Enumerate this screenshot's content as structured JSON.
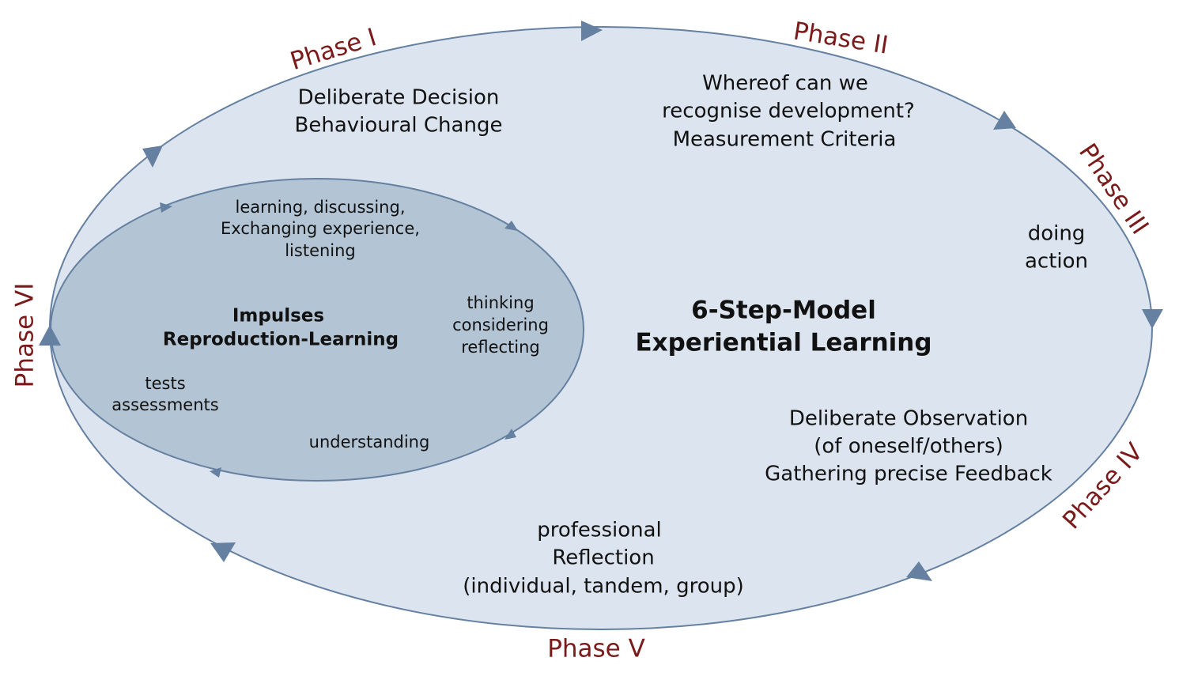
{
  "colors": {
    "outer_fill": "#dce5ef",
    "inner_fill": "#b3c5d4",
    "stroke": "#6580a0",
    "phase_text": "#7a1a1a",
    "body_text": "#111111"
  },
  "title": {
    "line1": "6-Step-Model",
    "line2": "Experiential Learning"
  },
  "phases": {
    "p1": "Phase I",
    "p2": "Phase II",
    "p3": "Phase III",
    "p4": "Phase IV",
    "p5": "Phase V",
    "p6": "Phase VI"
  },
  "outer_steps": {
    "phase1": [
      "Deliberate Decision",
      "Behavioural Change"
    ],
    "phase2": [
      "Whereof can we",
      "recognise development?",
      "Measurement Criteria"
    ],
    "phase3": [
      "doing",
      "action"
    ],
    "phase4": [
      "Deliberate Observation",
      "(of oneself/others)",
      "Gathering precise Feedback"
    ],
    "phase5": [
      "professional",
      "Reflection",
      "(individual, tandem, group)"
    ]
  },
  "inner_cycle": {
    "title": [
      "Impulses",
      "Reproduction-Learning"
    ],
    "top": [
      "learning, discussing,",
      "Exchanging experience,",
      "listening"
    ],
    "right": [
      "thinking",
      "considering",
      "reflecting"
    ],
    "bottom": "understanding",
    "left": [
      "tests",
      "assessments"
    ]
  }
}
